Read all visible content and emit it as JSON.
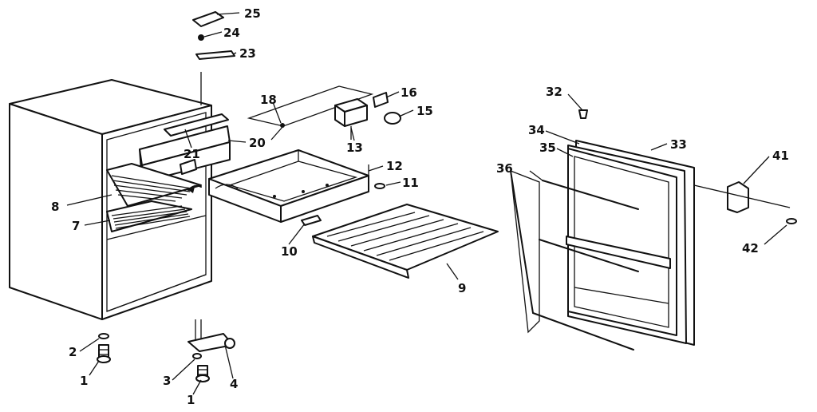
{
  "callouts": {
    "c1a": "1",
    "c1b": "1",
    "c2": "2",
    "c3": "3",
    "c4": "4",
    "c7": "7",
    "c8": "8",
    "c9": "9",
    "c10": "10",
    "c11": "11",
    "c12": "12",
    "c13": "13",
    "c15": "15",
    "c16": "16",
    "c18": "18",
    "c20": "20",
    "c21": "21",
    "c23": "23",
    "c24": "24",
    "c25": "25",
    "c32": "32",
    "c33": "33",
    "c34": "34",
    "c35": "35",
    "c36": "36",
    "c41": "41",
    "c42": "42"
  }
}
